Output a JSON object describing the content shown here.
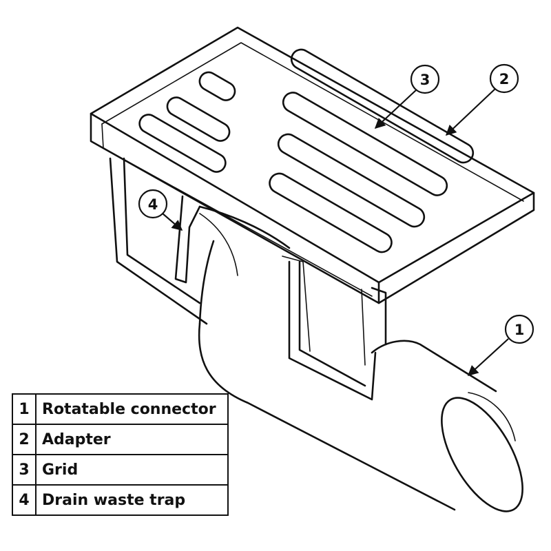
{
  "callouts": [
    {
      "number": "1"
    },
    {
      "number": "2"
    },
    {
      "number": "3"
    },
    {
      "number": "4"
    }
  ],
  "legend": {
    "rows": [
      {
        "number": "1",
        "label": "Rotatable connector"
      },
      {
        "number": "2",
        "label": "Adapter"
      },
      {
        "number": "3",
        "label": "Grid"
      },
      {
        "number": "4",
        "label": "Drain waste trap"
      }
    ]
  }
}
